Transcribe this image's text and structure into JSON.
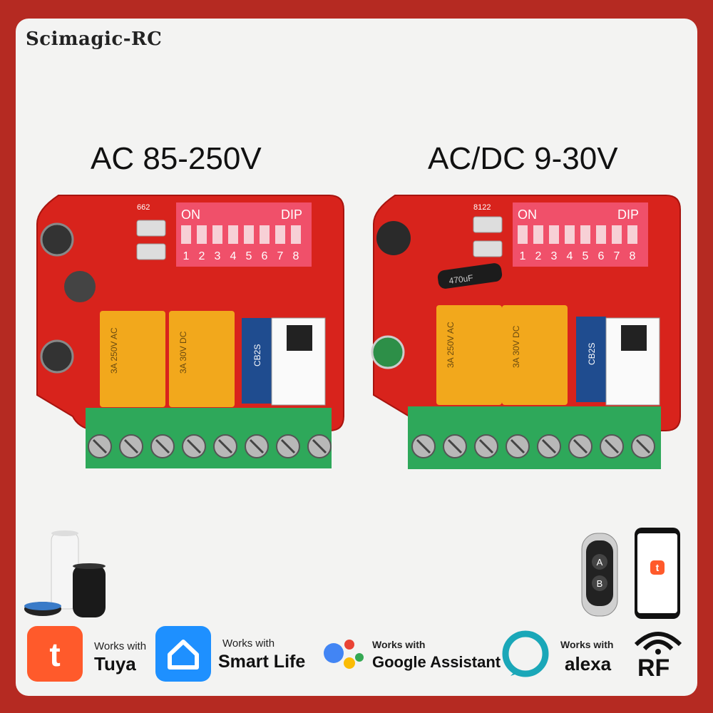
{
  "brand": "Scimagic-RC",
  "boards": {
    "left": {
      "voltage": "AC 85-250V",
      "dip_on": "ON",
      "dip_label": "DIP",
      "dip_numbers": [
        "1",
        "2",
        "3",
        "4",
        "5",
        "6",
        "7",
        "8"
      ],
      "silk": "662",
      "module_label": "CB2S",
      "relay_text_1": "3A 250V AC",
      "relay_text_2": "3A 30V DC"
    },
    "right": {
      "voltage": "AC/DC 9-30V",
      "dip_on": "ON",
      "dip_label": "DIP",
      "dip_numbers": [
        "1",
        "2",
        "3",
        "4",
        "5",
        "6",
        "7",
        "8"
      ],
      "silk": "8122",
      "module_label": "CB2S",
      "cap_text": "470uF",
      "relay_text_1": "3A 250V AC",
      "relay_text_2": "3A 30V DC"
    }
  },
  "remote": {
    "button_a": "A",
    "button_b": "B"
  },
  "badges": {
    "tuya": {
      "works": "Works with",
      "name": "Tuya"
    },
    "smartlife": {
      "works": "Works with",
      "name": "Smart Life"
    },
    "google": {
      "works": "Works with",
      "name": "Google Assistant"
    },
    "alexa": {
      "works": "Works with",
      "name": "alexa"
    },
    "rf": {
      "name": "RF"
    }
  },
  "colors": {
    "frame_red": "#b52a22",
    "pcb_red": "#d8231c",
    "terminal_green": "#2ea85a",
    "tuya_orange": "#ff5a2b",
    "smartlife_blue": "#1e90ff",
    "alexa_teal": "#1aa7b8"
  }
}
